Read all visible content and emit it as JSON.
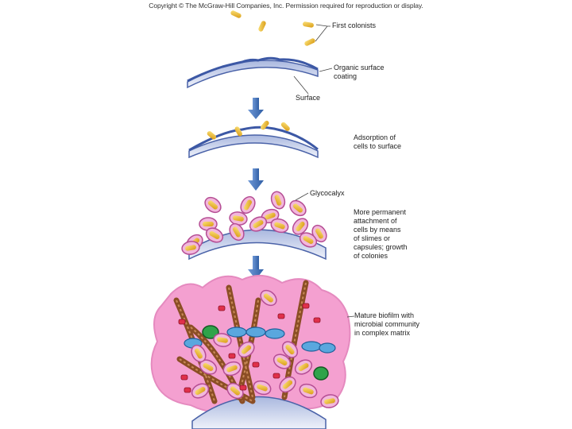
{
  "copyright": "Copyright © The McGraw-Hill Companies, Inc. Permission required for reproduction or display.",
  "labels": {
    "first_colonists": "First colonists",
    "organic_coating": "Organic surface\ncoating",
    "surface": "Surface",
    "adsorption": "Adsorption of\ncells to surface",
    "glycocalyx": "Glycocalyx",
    "permanent": "More permanent\nattachment of\ncells by means\nof slimes or\ncapsules; growth\nof colonies",
    "mature": "Mature biofilm with\nmicrobial community\nin complex matrix"
  },
  "colors": {
    "surface_fill": "#c9d3ea",
    "surface_edge": "#4a62a8",
    "bacteria": "#f2c230",
    "capsule": "#e98fc8",
    "matrix": "#ef8fc9",
    "arrow": "#4f7bbf",
    "filament": "#9c5a2e"
  }
}
